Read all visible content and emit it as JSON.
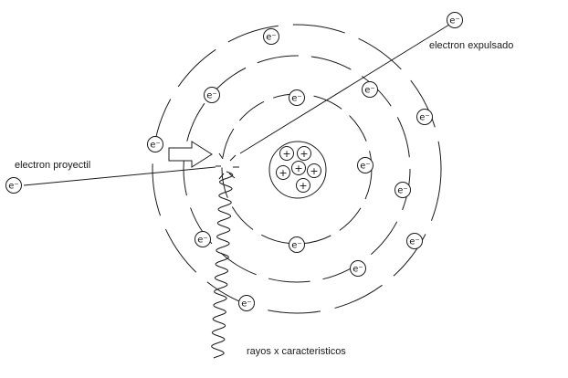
{
  "labels": {
    "ejected": "electron expulsado",
    "projectile": "electron proyectil",
    "xrays": "rayos x caracteristicos"
  },
  "symbols": {
    "electron": "e⁻",
    "proton": "+"
  },
  "colors": {
    "stroke": "#1a1a1a",
    "background": "#ffffff"
  }
}
